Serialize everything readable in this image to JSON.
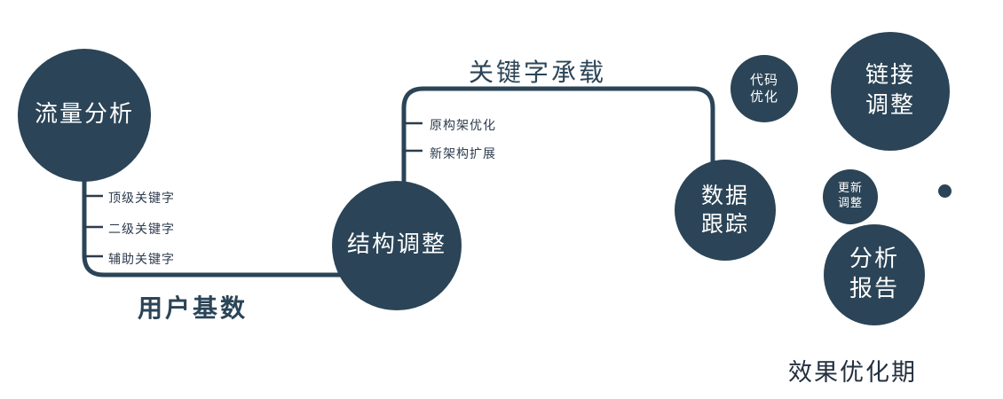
{
  "colors": {
    "node_fill": "#2b4457",
    "line": "#2b4457",
    "label_text": "#2e3b4e"
  },
  "nodes": {
    "traffic": {
      "label": "流量分析"
    },
    "structure": {
      "label": "结构调整"
    },
    "tracking": {
      "line1": "数据",
      "line2": "跟踪"
    },
    "code": {
      "line1": "代码",
      "line2": "优化"
    },
    "link": {
      "line1": "链接",
      "line2": "调整"
    },
    "update": {
      "line1": "更新",
      "line2": "调整"
    },
    "report": {
      "line1": "分析",
      "line2": "报告"
    }
  },
  "branches": {
    "traffic": [
      "顶级关键字",
      "二级关键字",
      "辅助关键字"
    ],
    "structure": [
      "原构架优化",
      "新架构扩展"
    ]
  },
  "edge_labels": {
    "user_base": "用户基数",
    "keyword_carry": "关键字承载"
  },
  "caption": "效果优化期"
}
